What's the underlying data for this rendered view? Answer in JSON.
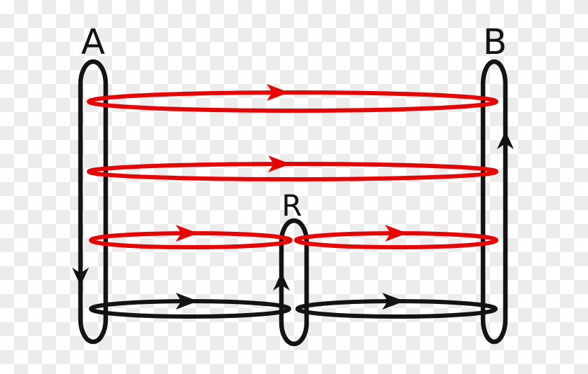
{
  "labels": {
    "loop_a": "A",
    "loop_b": "B",
    "loop_r": "R"
  },
  "colors": {
    "red_curve": "#e60505",
    "black_curve": "#131313",
    "checker_light": "#ffffff",
    "checker_gray": "#ececec"
  }
}
